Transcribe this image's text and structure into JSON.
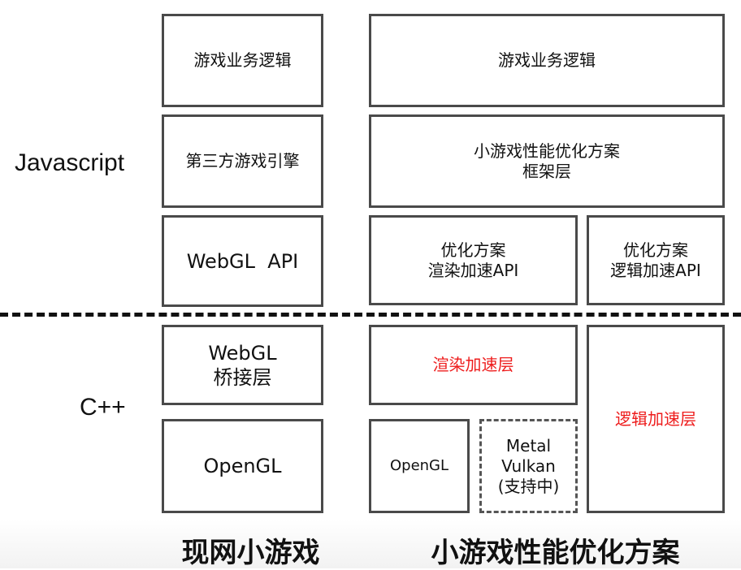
{
  "labels": {
    "javascript": "Javascript",
    "cpp": "C++"
  },
  "left_stack": {
    "logic": "游戏业务逻辑",
    "engine": "第三方游戏引擎",
    "webgl_api": "WebGL  API",
    "webgl_bridge_line1": "WebGL",
    "webgl_bridge_line2": "桥接层",
    "opengl": "OpenGL"
  },
  "right_stack": {
    "logic": "游戏业务逻辑",
    "framework_line1": "小游戏性能优化方案",
    "framework_line2": "框架层",
    "render_api_line1": "优化方案",
    "render_api_line2": "渲染加速API",
    "logic_api_line1": "优化方案",
    "logic_api_line2": "逻辑加速API",
    "render_layer": "渲染加速层",
    "logic_layer": "逻辑加速层",
    "opengl": "OpenGL",
    "metal_line1": "Metal",
    "metal_line2": "Vulkan",
    "metal_line3": "(支持中)"
  },
  "captions": {
    "left": "现网小游戏",
    "right": "小游戏性能优化方案"
  },
  "colors": {
    "border": "#4a4a4a",
    "highlight_text": "#ee1c1c",
    "text": "#111111"
  }
}
